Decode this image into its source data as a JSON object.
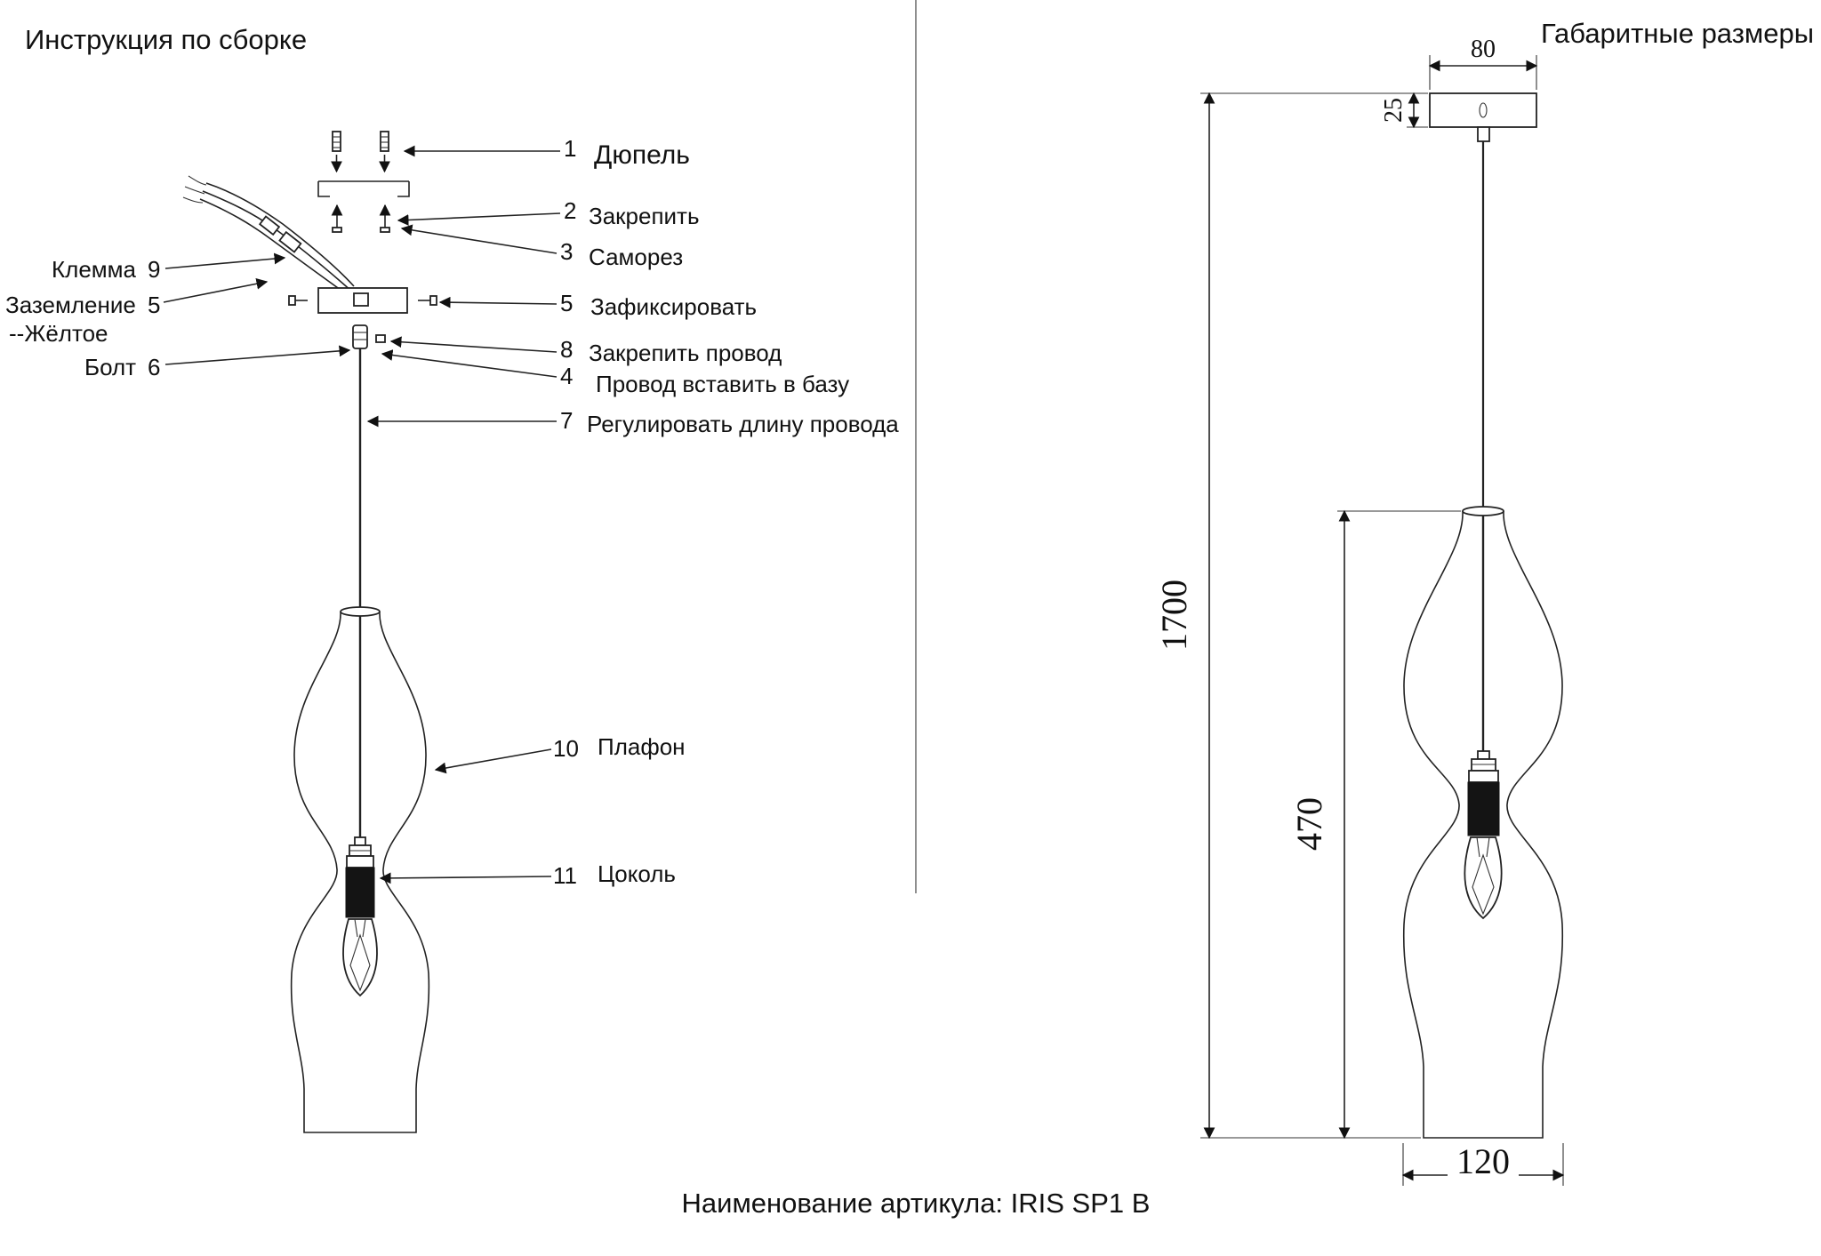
{
  "footer": {
    "text": "Наименование артикула: IRIS SP1 B"
  },
  "left": {
    "title": "Инструкция по сборке",
    "callouts": {
      "c1": {
        "num": "1",
        "label": "Дюпель"
      },
      "c2": {
        "num": "2",
        "label": "Закрепить"
      },
      "c3": {
        "num": "3",
        "label": "Саморез"
      },
      "c5": {
        "num": "5",
        "label": "Зафиксировать"
      },
      "c8": {
        "num": "8",
        "label": "Закрепить провод"
      },
      "c4": {
        "num": "4",
        "label": "Провод вставить в базу"
      },
      "c7": {
        "num": "7",
        "label": "Регулировать длину провода"
      },
      "c10": {
        "num": "10",
        "label": "Плафон"
      },
      "c11": {
        "num": "11",
        "label": "Цоколь"
      }
    },
    "side_labels": {
      "klemma": {
        "label": "Клемма",
        "num": "9"
      },
      "zazemlenie": {
        "label": "Заземление",
        "num": "5"
      },
      "zheltoe": {
        "label": "--Жёлтое"
      },
      "bolt": {
        "label": "Болт",
        "num": "6"
      }
    }
  },
  "right": {
    "title": "Габаритные размеры",
    "dims": {
      "width_top": "80",
      "canopy_height": "25",
      "total_height": "1700",
      "shade_height": "470",
      "bottom_width": "120"
    }
  }
}
